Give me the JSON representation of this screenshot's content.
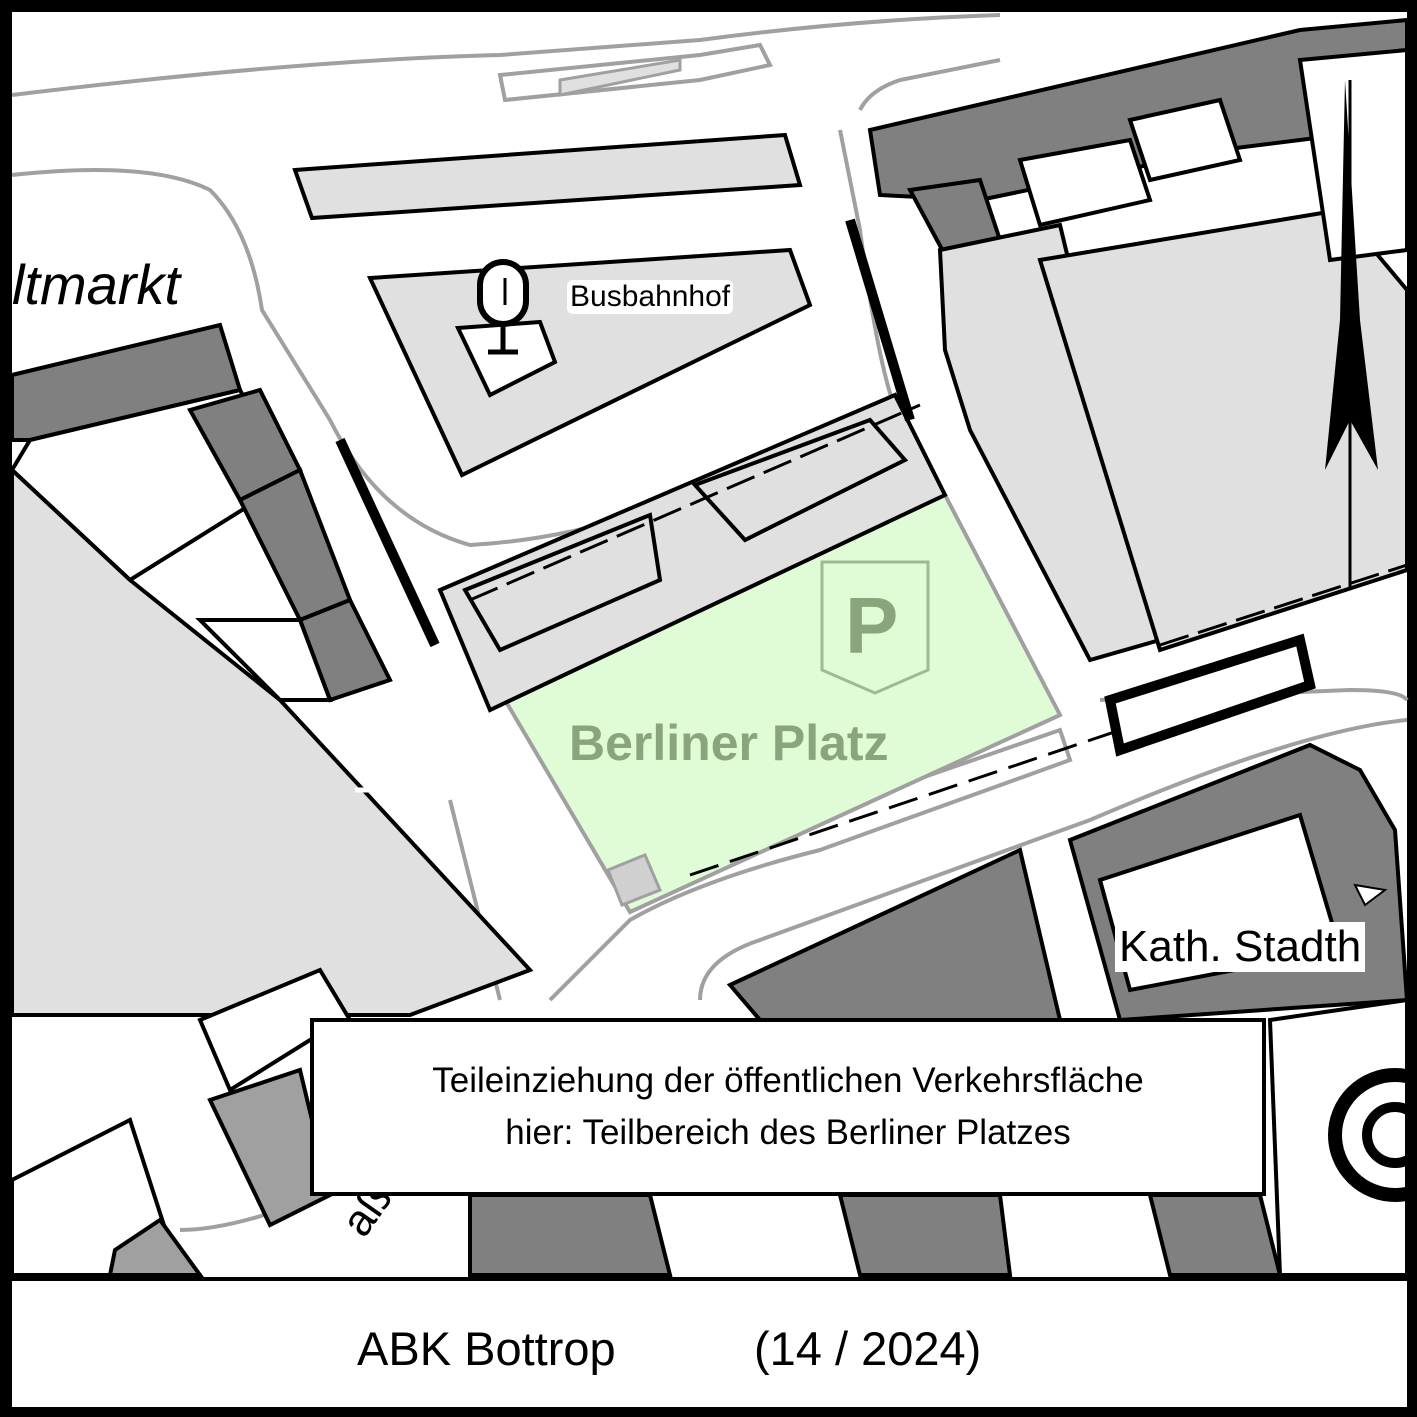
{
  "map": {
    "labels": {
      "altmarkt": "ltmarkt",
      "busbahnhof": "Busbahnhof",
      "parking": "P",
      "berliner_platz": "Berliner Platz",
      "kath_stadt": "Kath. Stadth",
      "street_fragment": "aße"
    },
    "colors": {
      "highlight_area": "#e0fcd6",
      "highlight_text": "#8aa57c",
      "building_dark": "#808080",
      "building_light": "#e0e0e0",
      "road_outline": "#a0a0a0"
    }
  },
  "notice": {
    "line1": "Teileinziehung der öffentlichen Verkehrsfläche",
    "line2": "hier: Teilbereich des Berliner Platzes"
  },
  "footer": {
    "source": "ABK Bottrop",
    "number": "(14 / 2024)"
  }
}
